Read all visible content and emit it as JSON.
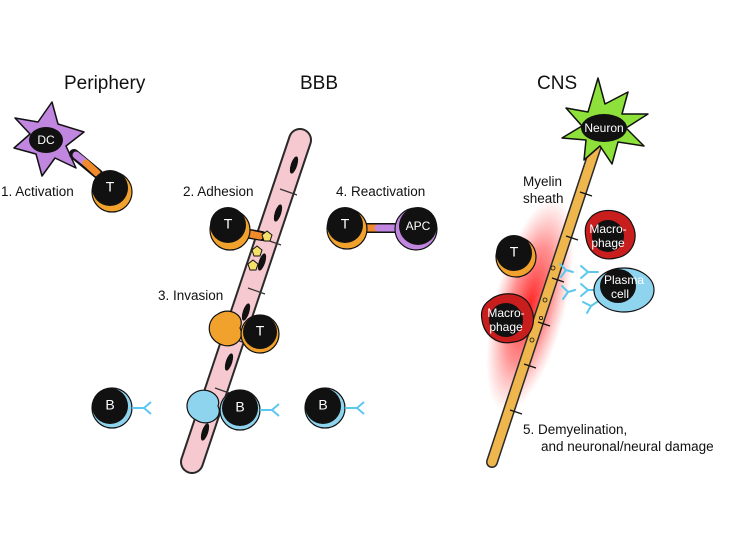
{
  "headers": {
    "periphery": "Periphery",
    "bbb": "BBB",
    "cns": "CNS"
  },
  "steps": {
    "activation": "1. Activation",
    "adhesion": "2. Adhesion",
    "invasion": "3. Invasion",
    "reactivation": "4. Reactivation",
    "demyelination_line1": "5. Demyelination,",
    "demyelination_line2": "and neuronal/neural damage"
  },
  "labels": {
    "myelin_line1": "Myelin",
    "myelin_line2": "sheath"
  },
  "cells": {
    "dc": "DC",
    "t": "T",
    "b": "B",
    "apc": "APC",
    "neuron": "Neuron",
    "macrophage_line1": "Macro-",
    "macrophage_line2": "phage",
    "plasma_line1": "Plasma",
    "plasma_line2": "cell"
  },
  "colors": {
    "t_cell_rim": "#f0a22c",
    "b_cell_rim": "#8fd4ee",
    "dc": "#c086e0",
    "neuron": "#8ee03a",
    "macrophage": "#c81e1e",
    "vessel": "#f6c9d0",
    "axon": "#efb64e",
    "inflammation": "#ff2a2a",
    "antibody": "#5cc7ee",
    "adhesion_molecule": "#f5e06a"
  }
}
